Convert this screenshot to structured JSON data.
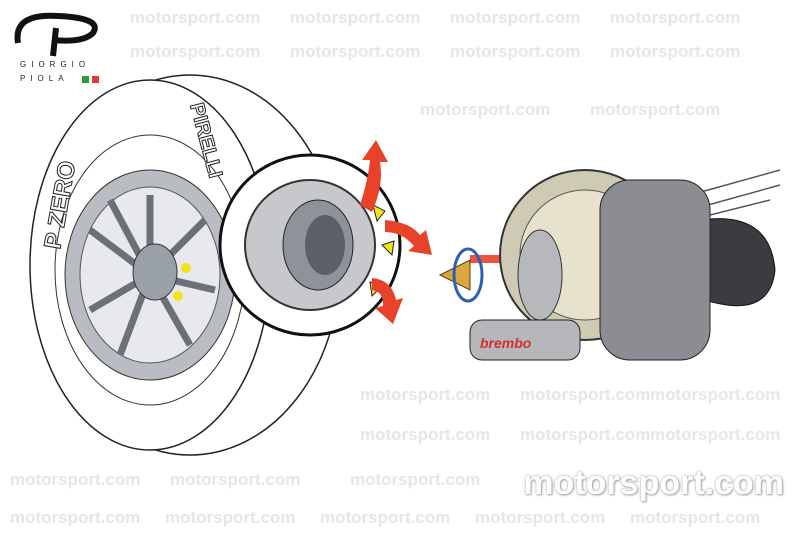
{
  "logo": {
    "line1": "GIORGIO",
    "line2": "PIOLA",
    "flag_colors": [
      "#2e9b3a",
      "#e53935"
    ]
  },
  "watermark": {
    "text": "motorsport.com"
  },
  "tyre": {
    "brand": "PIRELLI",
    "model": "P ZERO"
  },
  "caliper": {
    "brand": "brembo"
  },
  "colors": {
    "arrow": "#e8432a",
    "rotation": "#2f5fb5",
    "highlight": "#f3e11a"
  }
}
